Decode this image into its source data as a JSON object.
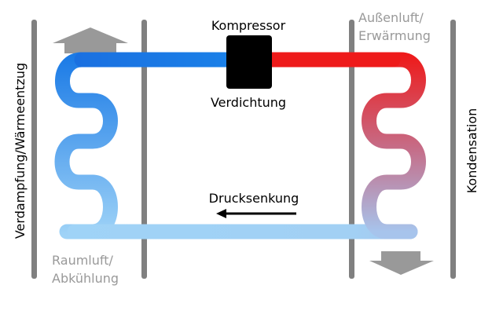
{
  "labels": {
    "compressor": "Kompressor",
    "compression": "Verdichtung",
    "outside_air_line1": "Außenluft/",
    "outside_air_line2": "Erwärmung",
    "evaporation": "Verdampfung/Wärmeentzug",
    "condensation": "Kondensation",
    "pressure_drop": "Drucksenkung",
    "room_air_line1": "Raumluft/",
    "room_air_line2": "Abkühlung"
  },
  "colors": {
    "cold": "#1a7ae6",
    "cold_light": "#9fd3f7",
    "hot": "#ee1a1a",
    "wall": "#808080",
    "air_label": "#999999",
    "compressor": "#000000"
  }
}
